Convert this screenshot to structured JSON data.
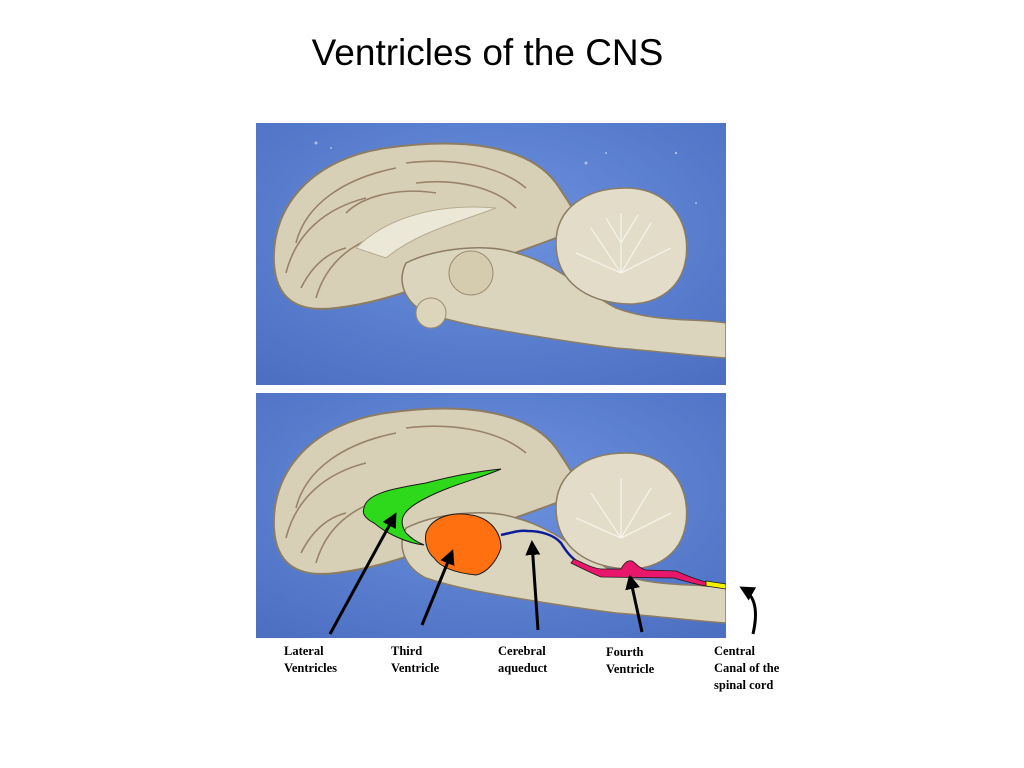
{
  "title": "Ventricles of the CNS",
  "labels": {
    "lateral": "Lateral\nVentricles",
    "third": "Third\nVentricle",
    "aqueduct": "Cerebral\naqueduct",
    "fourth": "Fourth\nVentricle",
    "central": "Central\nCanal of the\nspinal cord"
  },
  "colors": {
    "background_blue": "#5a7fd0",
    "brain_tissue": "#d9d2b8",
    "lateral_ventricles": "#2ed81a",
    "third_ventricle": "#ff7010",
    "cerebral_aqueduct": "#0b1c9a",
    "fourth_ventricle": "#e8176b",
    "central_canal": "#f4f000"
  }
}
